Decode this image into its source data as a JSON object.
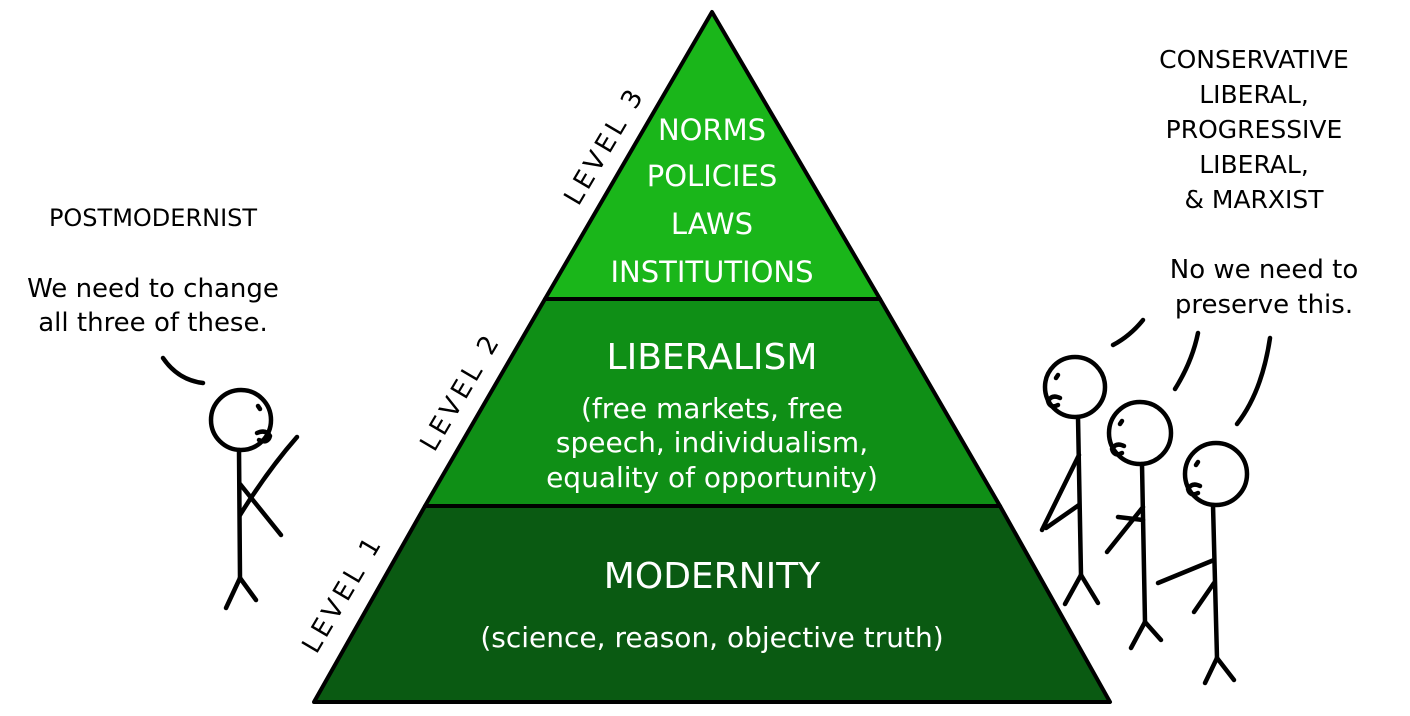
{
  "colors": {
    "level3_fill": "#1ab61a",
    "level2_fill": "#0f8f16",
    "level1_fill": "#0a5a12",
    "outline": "#000000",
    "text_light": "#ffffff",
    "text_dark": "#000000"
  },
  "pyramid": {
    "level3": {
      "side_label": "LEVEL 3",
      "lines": [
        "NORMS",
        "POLICIES",
        "LAWS",
        "INSTITUTIONS"
      ]
    },
    "level2": {
      "side_label": "LEVEL 2",
      "title": "LIBERALISM",
      "lines": [
        "(free markets, free",
        "speech, individualism,",
        "equality of opportunity)"
      ]
    },
    "level1": {
      "side_label": "LEVEL 1",
      "title": "MODERNITY",
      "lines": [
        "(science, reason, objective truth)"
      ]
    }
  },
  "left_speaker": {
    "label": "POSTMODERNIST",
    "speech": [
      "We need to change",
      "all three of these."
    ]
  },
  "right_speakers": {
    "label": [
      "CONSERVATIVE",
      "LIBERAL,",
      "PROGRESSIVE",
      "LIBERAL,",
      "& MARXIST"
    ],
    "speech": [
      "No we need to",
      "preserve this."
    ]
  }
}
